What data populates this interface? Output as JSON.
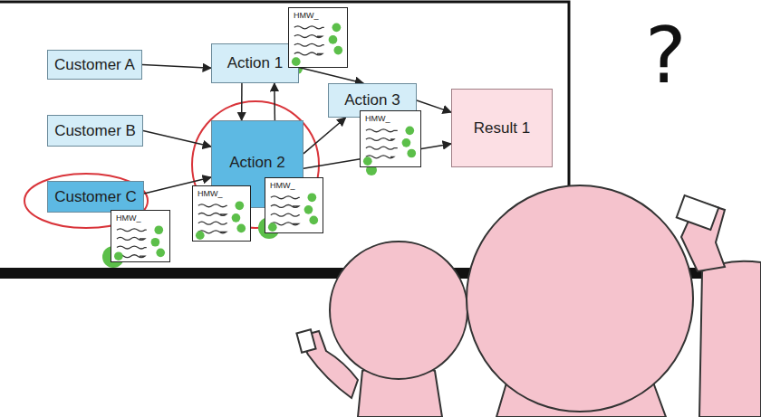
{
  "diagram": {
    "nodes": [
      {
        "text": [
          "Customer A"
        ]
      },
      {
        "text": [
          "Action 1"
        ]
      },
      {
        "text": [
          "HMW_"
        ]
      },
      {
        "text": [
          "Action 3"
        ]
      },
      {
        "text": [
          "Result 1"
        ]
      },
      {
        "text": [
          "Customer B"
        ]
      },
      {
        "text": [
          "Action 2"
        ]
      },
      {
        "text": [
          "HMW_"
        ]
      },
      {
        "text": [
          "Customer C"
        ]
      },
      {
        "text": [
          "HMW_"
        ]
      },
      {
        "text": [
          "HMW_"
        ]
      },
      {
        "text": [
          "HMW_"
        ]
      }
    ],
    "edges": [
      {
        "from": 0,
        "to": 1,
        "arrow": "to"
      },
      {
        "from": 1,
        "to": 6,
        "arrow": "to"
      },
      {
        "from": 6,
        "to": 1,
        "arrow": "to"
      },
      {
        "from": 1,
        "to": 3,
        "arrow": "to"
      },
      {
        "from": 5,
        "to": 6,
        "arrow": "to"
      },
      {
        "from": 8,
        "to": 6,
        "arrow": "to"
      },
      {
        "from": 6,
        "to": 3,
        "arrow": "to"
      },
      {
        "from": 6,
        "to": 4,
        "arrow": "to"
      },
      {
        "from": 3,
        "to": 4,
        "arrow": "to"
      }
    ],
    "labels": [
      "?"
    ]
  }
}
